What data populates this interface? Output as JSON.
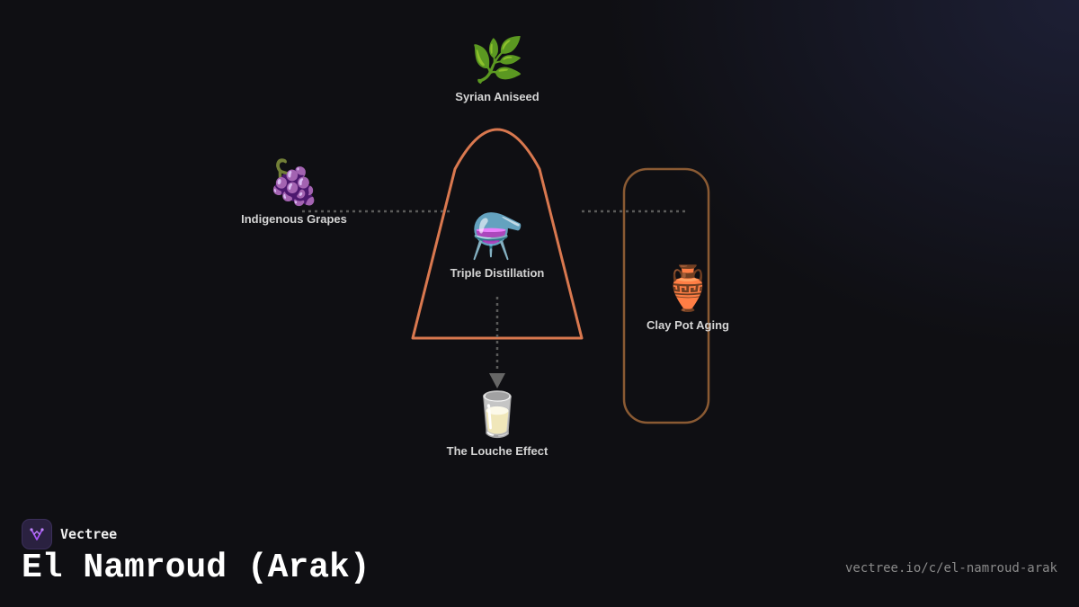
{
  "nodes": {
    "aniseed": {
      "icon": "🌿",
      "label": "Syrian Aniseed"
    },
    "grapes": {
      "icon": "🍇",
      "label": "Indigenous Grapes"
    },
    "distillation": {
      "icon": "⚗️",
      "label": "Triple Distillation"
    },
    "clay_pot": {
      "icon": "🏺",
      "label": "Clay Pot Aging"
    },
    "louche": {
      "icon": "🥛",
      "label": "The Louche Effect"
    }
  },
  "brand": {
    "name": "Vectree"
  },
  "title": "El Namroud (Arak)",
  "url": "vectree.io/c/el-namroud-arak",
  "colors": {
    "background": "#0f0f13",
    "still_outline": "#d9784f",
    "pot_outline": "#8a5a33",
    "connector": "#5a5a5a"
  }
}
